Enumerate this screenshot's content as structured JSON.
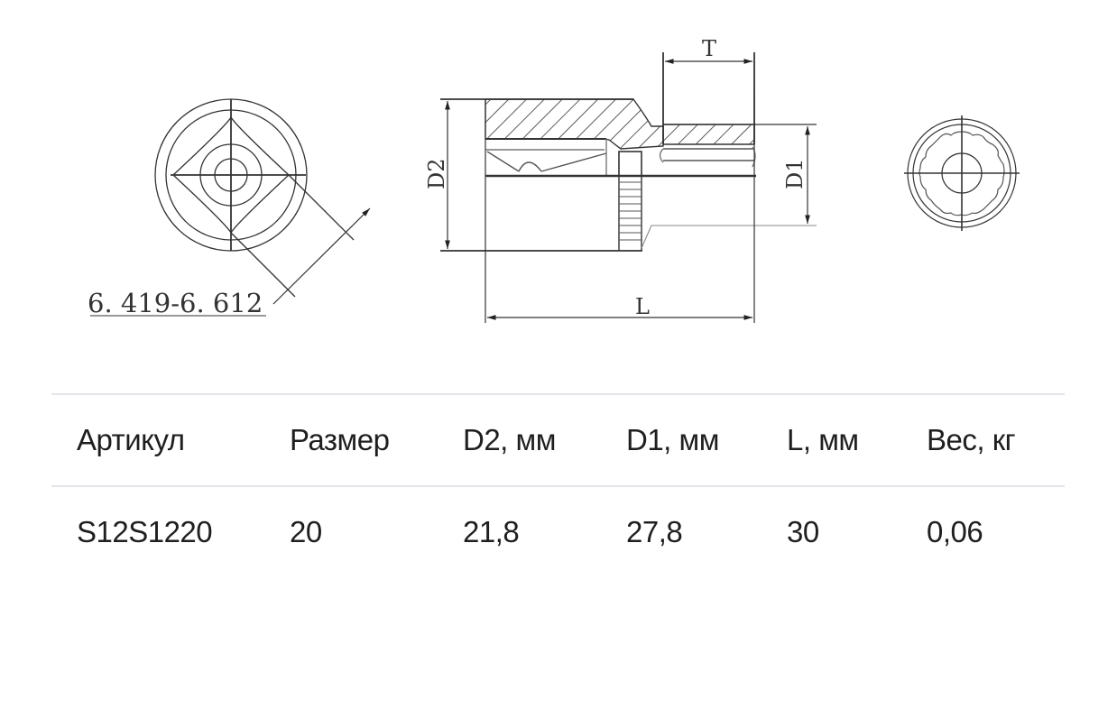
{
  "drawing": {
    "end_view_square": {
      "tolerance_label": "6. 419-6. 612"
    },
    "side_view": {
      "labels": {
        "T": "T",
        "D2": "D2",
        "D1": "D1",
        "L": "L"
      }
    },
    "end_view_12point": {}
  },
  "table": {
    "headers": [
      "Артикул",
      "Размер",
      "D2, мм",
      "D1, мм",
      "L, мм",
      "Вес, кг"
    ],
    "rows": [
      [
        "S12S1220",
        "20",
        "21,8",
        "27,8",
        "30",
        "0,06"
      ]
    ]
  },
  "colors": {
    "divider": "#e3e5e8",
    "text": "#1f1f1f",
    "drawing_line": "#333333"
  }
}
